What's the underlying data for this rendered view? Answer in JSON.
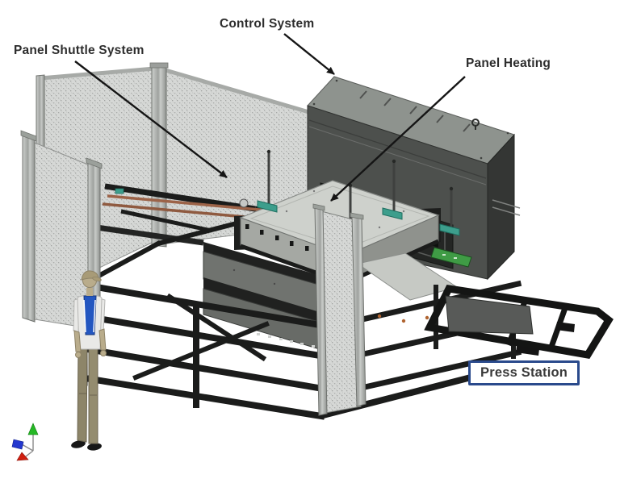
{
  "annotations": {
    "panel_shuttle_label": "Panel Shuttle System",
    "control_system_label": "Control System",
    "panel_heating_label": "Panel Heating",
    "press_station_label": "Press Station"
  },
  "colors": {
    "annotation_text": "#2d2d2d",
    "press_station_border": "#2a4a8c",
    "arrow": "#151515",
    "frame_black": "#1b1c1b",
    "mesh_gray": "#d6d8d6",
    "aluminum_post": "#b6b9b6",
    "cabinet_front": "#4d504d",
    "cabinet_top": "#8e938e",
    "cabinet_side": "#343634",
    "platen_top": "#ced1cc",
    "copper_rail": "#9c6348",
    "clamp_teal": "#3d9e8c",
    "pcb_green": "#3f9b45",
    "mannequin_skin": "#b9ac8b",
    "mannequin_vest": "#2356c0",
    "mannequin_pants": "#8d8569",
    "triad_x_red": "#d01f10",
    "triad_y_green": "#25b825",
    "triad_z_blue": "#2438cf"
  }
}
